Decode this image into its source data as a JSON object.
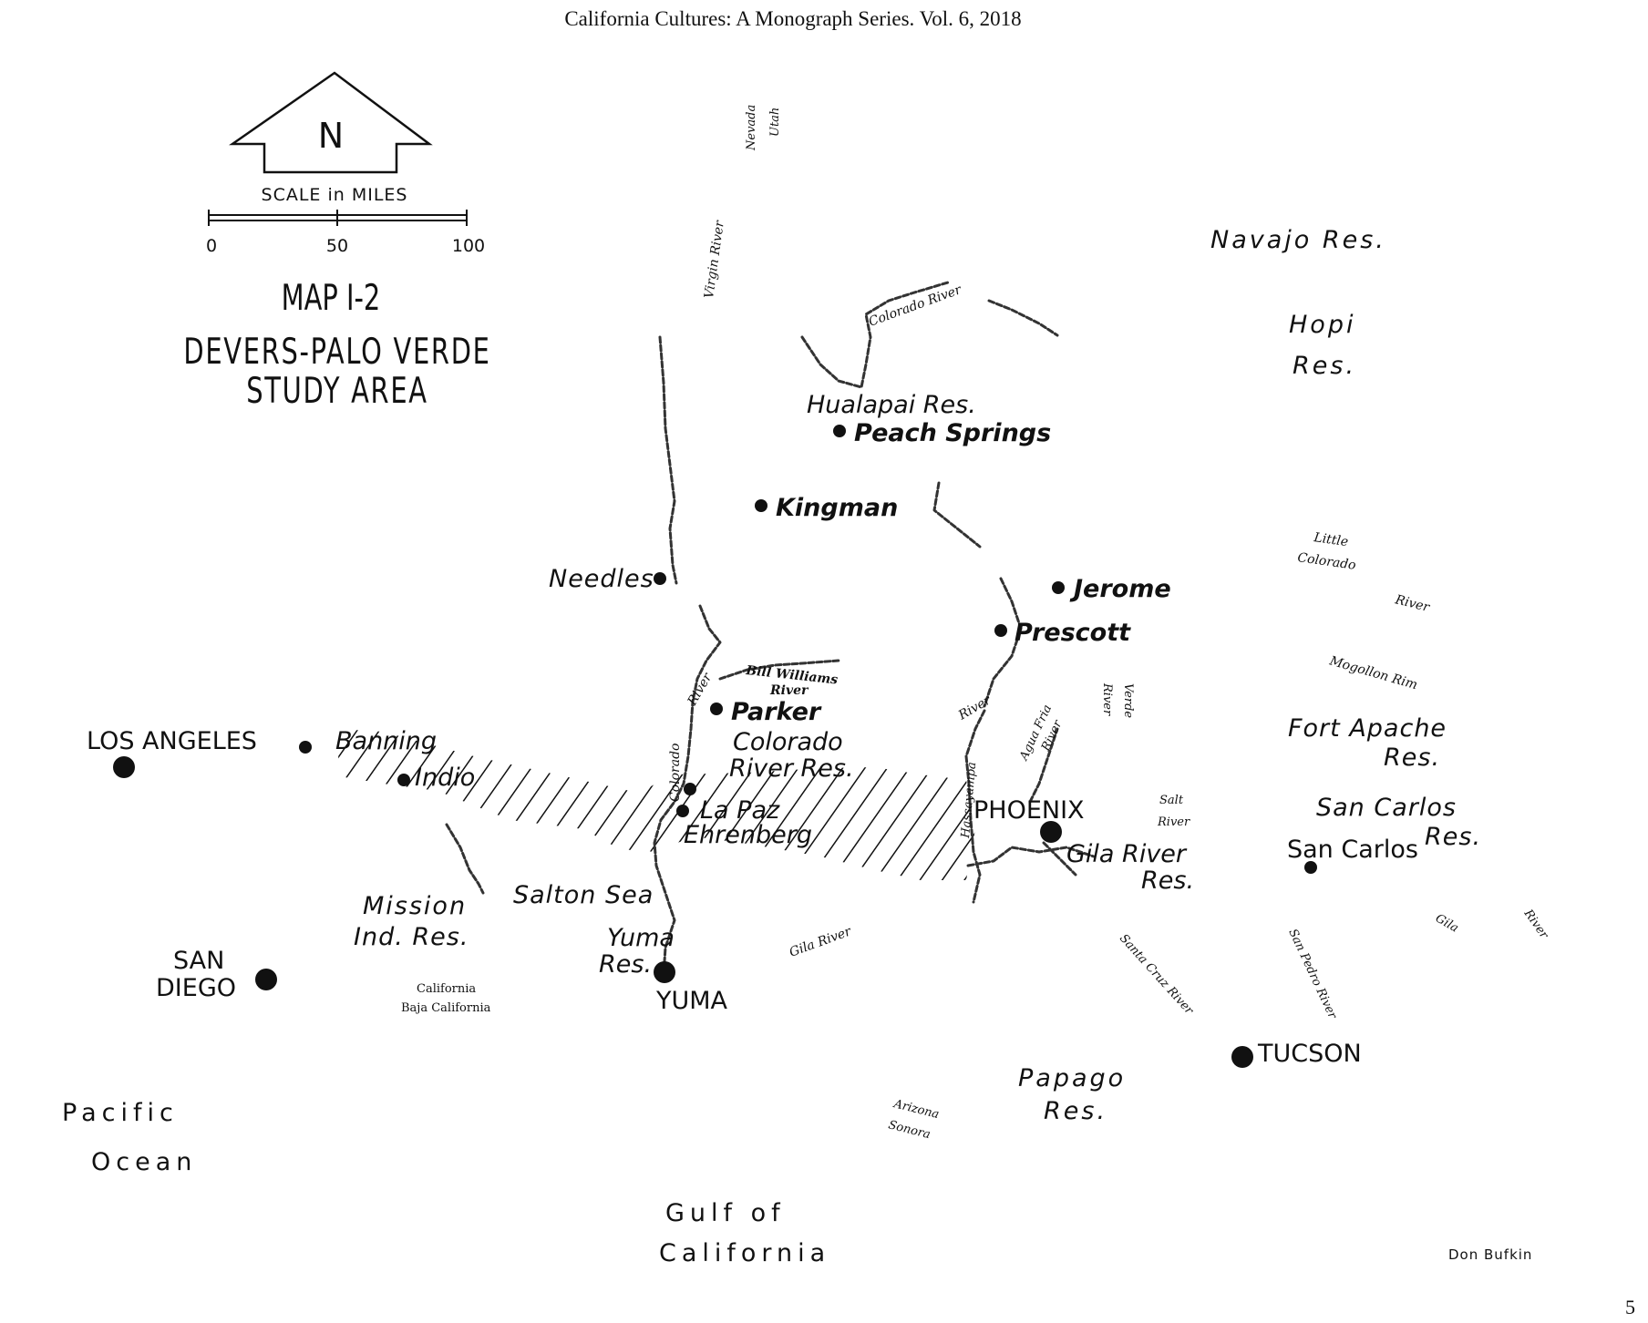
{
  "header": {
    "running_head": "California Cultures: A Monograph Series. Vol. 6, 2018"
  },
  "page_number": "5",
  "map": {
    "north_label": "N",
    "scale": {
      "title": "SCALE in MILES",
      "ticks": [
        "0",
        "50",
        "100"
      ]
    },
    "title": {
      "line1": "MAP I-2",
      "line2": "DEVERS-PALO VERDE",
      "line3": "STUDY AREA"
    },
    "cities": {
      "los_angeles": "LOS ANGELES",
      "banning": "Banning",
      "indio": "Indio",
      "san_diego_1": "SAN",
      "san_diego_2": "DIEGO",
      "needles": "Needles",
      "kingman": "Kingman",
      "peach_springs": "Peach Springs",
      "jerome": "Jerome",
      "prescott": "Prescott",
      "parker": "Parker",
      "la_paz": "La Paz",
      "ehrenberg": "Ehrenberg",
      "phoenix": "PHOENIX",
      "yuma": "YUMA",
      "tucson": "TUCSON",
      "san_carlos": "San Carlos"
    },
    "areas": {
      "navajo_res": "Navajo Res.",
      "hopi_1": "Hopi",
      "hopi_2": "Res.",
      "hualapai_res": "Hualapai Res.",
      "fort_apache_1": "Fort Apache",
      "fort_apache_2": "Res.",
      "san_carlos_res_1": "San Carlos",
      "san_carlos_res_2": "Res.",
      "gila_river_res_1": "Gila River",
      "gila_river_res_2": "Res.",
      "colorado_river_res_1": "Colorado",
      "colorado_river_res_2": "River Res.",
      "mission_1": "Mission",
      "mission_2": "Ind. Res.",
      "yuma_res_1": "Yuma",
      "yuma_res_2": "Res.",
      "papago_1": "Papago",
      "papago_2": "Res.",
      "salton_sea": "Salton Sea",
      "pacific_1": "Pacific",
      "pacific_2": "Ocean",
      "gulf_1": "Gulf of",
      "gulf_2": "California"
    },
    "rivers": {
      "virgin": "Virgin River",
      "colorado_top": "Colorado River",
      "nevada": "Nevada",
      "utah": "Utah",
      "little_1": "Little",
      "little_2": "Colorado",
      "little_3": "River",
      "mogollon": "Mogollon Rim",
      "bill_1": "Bill Williams",
      "bill_2": "River",
      "river_left": "River",
      "colorado_vert": "Colorado",
      "river_mid": "River",
      "hassayampa": "Hassayampa",
      "agua_1": "Agua Fria",
      "agua_2": "River",
      "verde_1": "Verde",
      "verde_2": "River",
      "salt_1": "Salt",
      "salt_2": "River",
      "gila_sw": "Gila River",
      "santa_cruz": "Santa Cruz River",
      "san_pedro": "San Pedro River",
      "gila_e1": "Gila",
      "gila_e2": "River"
    },
    "borders": {
      "california": "California",
      "baja": "Baja California",
      "arizona": "Arizona",
      "sonora": "Sonora"
    },
    "credit": "Don Bufkin"
  }
}
